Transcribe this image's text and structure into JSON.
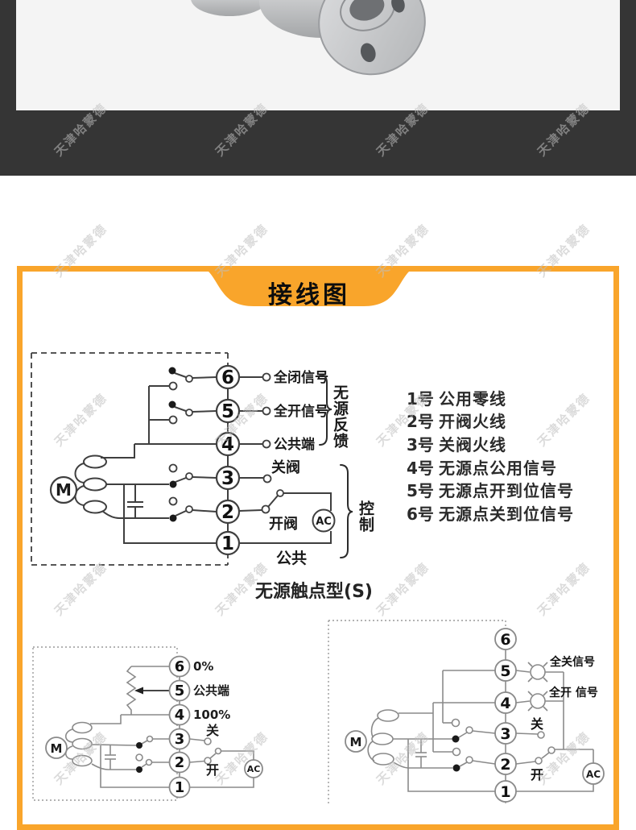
{
  "watermark": {
    "text": "天津哈蒙德"
  },
  "banner": {
    "title": "接线图"
  },
  "colors": {
    "accent_orange": "#F9A52B",
    "dark_band": "#353535",
    "photo_bg": "#F4F4F4",
    "diagram_dark": "#3F3F3F",
    "diagram_gray": "#8A8A8A"
  },
  "diagram1": {
    "terminals": [
      "6",
      "5",
      "4",
      "3",
      "2",
      "1"
    ],
    "labels": {
      "t6": "全闭信号",
      "t5": "全开信号",
      "t4": "公共端",
      "t3": "关阀",
      "t2": "开阀",
      "t1": "公共",
      "motor": "M",
      "ac": "AC",
      "group_feedback": "无源反馈",
      "group_control": "控制"
    },
    "caption": "无源触点型(S)"
  },
  "terminal_list": {
    "items": [
      {
        "no": "1号",
        "desc": "公用零线"
      },
      {
        "no": "2号",
        "desc": "开阀火线"
      },
      {
        "no": "3号",
        "desc": "关阀火线"
      },
      {
        "no": "4号",
        "desc": "无源点公用信号"
      },
      {
        "no": "5号",
        "desc": "无源点开到位信号"
      },
      {
        "no": "6号",
        "desc": "无源点关到位信号"
      }
    ]
  },
  "diagram2": {
    "terminals": [
      "6",
      "5",
      "4",
      "3",
      "2",
      "1"
    ],
    "labels": {
      "t6": "0%",
      "t5": "公共端",
      "t4": "100%",
      "t3": "关",
      "t2": "开",
      "motor": "M",
      "ac": "AC"
    }
  },
  "diagram3": {
    "terminals": [
      "6",
      "5",
      "4",
      "3",
      "2",
      "1"
    ],
    "labels": {
      "t5": "全关信号",
      "t4": "全开 信号",
      "t3": "关",
      "t2": "开",
      "motor": "M",
      "ac": "AC"
    }
  }
}
